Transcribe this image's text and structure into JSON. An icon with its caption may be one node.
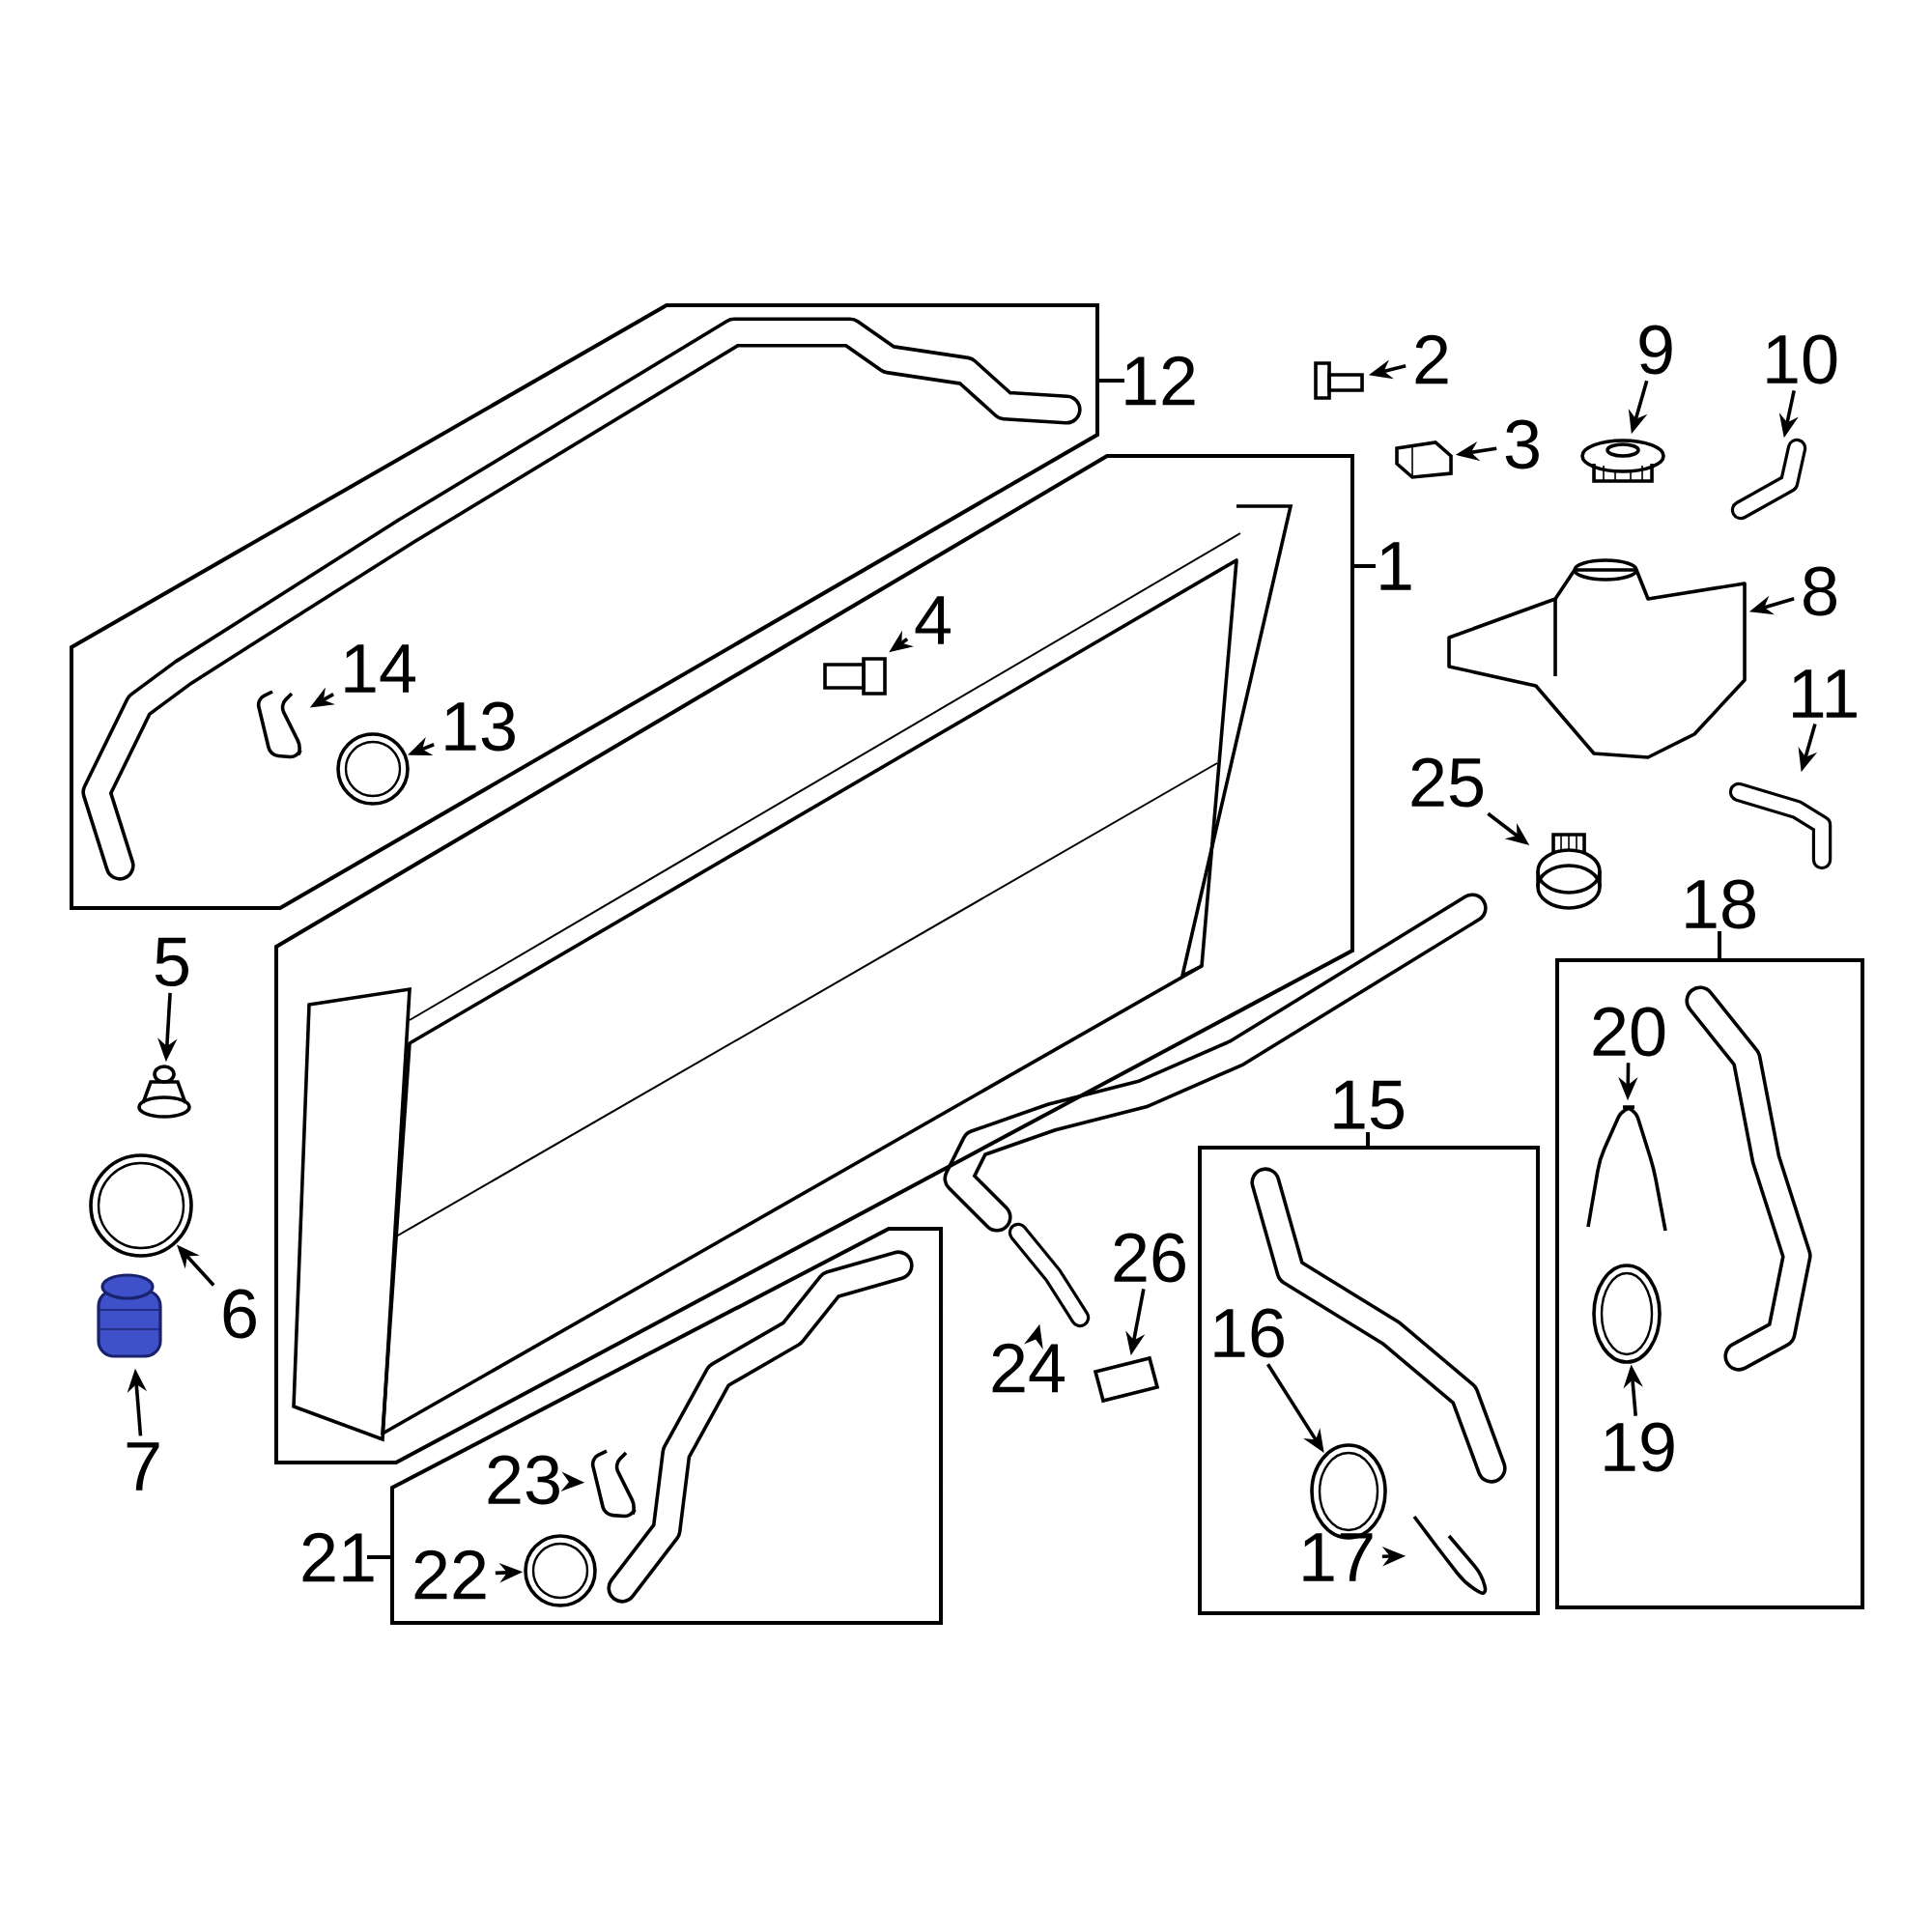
{
  "diagram": {
    "nodes": [
      {
        "text": [
          "12"
        ]
      },
      {
        "text": [
          "14"
        ],
        "in": 0
      },
      {
        "text": [],
        "shape": "picture",
        "in": 0
      },
      {
        "text": [
          "13"
        ],
        "in": 0
      },
      {
        "text": [],
        "shape": "picture",
        "in": 0
      },
      {
        "text": [
          "2"
        ]
      },
      {
        "text": [],
        "shape": "picture"
      },
      {
        "text": [
          "3"
        ]
      },
      {
        "text": [],
        "shape": "picture"
      },
      {
        "text": [
          "9"
        ]
      },
      {
        "text": [],
        "shape": "picture"
      },
      {
        "text": [
          "10"
        ]
      },
      {
        "text": [],
        "shape": "picture"
      },
      {
        "text": [
          "1"
        ]
      },
      {
        "text": [
          "4"
        ],
        "in": 13
      },
      {
        "text": [],
        "shape": "picture",
        "in": 13
      },
      {
        "text": [
          "8"
        ]
      },
      {
        "text": [],
        "shape": "picture"
      },
      {
        "text": [
          "11"
        ]
      },
      {
        "text": [],
        "shape": "picture"
      },
      {
        "text": [
          "25"
        ]
      },
      {
        "text": [],
        "shape": "picture"
      },
      {
        "text": [
          "18"
        ]
      },
      {
        "text": [
          "20"
        ],
        "in": 22
      },
      {
        "text": [],
        "shape": "picture",
        "in": 22
      },
      {
        "text": [
          "19"
        ],
        "in": 22
      },
      {
        "text": [],
        "shape": "picture",
        "in": 22
      },
      {
        "text": [
          "5"
        ]
      },
      {
        "text": [],
        "shape": "picture"
      },
      {
        "text": [
          "6"
        ]
      },
      {
        "text": [],
        "shape": "picture"
      },
      {
        "text": [
          "7"
        ]
      },
      {
        "text": [],
        "shape": "picture"
      },
      {
        "text": [
          "15"
        ]
      },
      {
        "text": [
          "16"
        ],
        "in": 33
      },
      {
        "text": [],
        "shape": "picture",
        "in": 33
      },
      {
        "text": [
          "17"
        ],
        "in": 33
      },
      {
        "text": [],
        "shape": "picture",
        "in": 33
      },
      {
        "text": [
          "24"
        ]
      },
      {
        "text": [],
        "shape": "picture"
      },
      {
        "text": [
          "26"
        ]
      },
      {
        "text": [],
        "shape": "picture"
      },
      {
        "text": [
          "21"
        ]
      },
      {
        "text": [
          "23"
        ],
        "in": 42
      },
      {
        "text": [],
        "shape": "picture",
        "in": 42
      },
      {
        "text": [
          "22"
        ],
        "in": 42
      },
      {
        "text": [],
        "shape": "picture",
        "in": 42
      }
    ],
    "edges": [
      {
        "from": 1,
        "to": 2,
        "arrow": "to"
      },
      {
        "from": 3,
        "to": 4,
        "arrow": "to"
      },
      {
        "from": 5,
        "to": 6,
        "arrow": "to"
      },
      {
        "from": 7,
        "to": 8,
        "arrow": "to"
      },
      {
        "from": 9,
        "to": 10,
        "arrow": "to"
      },
      {
        "from": 11,
        "to": 12,
        "arrow": "to"
      },
      {
        "from": 14,
        "to": 15,
        "arrow": "to"
      },
      {
        "from": 16,
        "to": 17,
        "arrow": "to"
      },
      {
        "from": 18,
        "to": 19,
        "arrow": "to"
      },
      {
        "from": 20,
        "to": 21,
        "arrow": "to"
      },
      {
        "from": 23,
        "to": 24,
        "arrow": "to"
      },
      {
        "from": 25,
        "to": 26,
        "arrow": "to"
      },
      {
        "from": 27,
        "to": 28,
        "arrow": "to"
      },
      {
        "from": 29,
        "to": 30,
        "arrow": "to"
      },
      {
        "from": 31,
        "to": 32,
        "arrow": "to"
      },
      {
        "from": 34,
        "to": 35,
        "arrow": "to"
      },
      {
        "from": 36,
        "to": 37,
        "arrow": "to"
      },
      {
        "from": 38,
        "to": 39,
        "arrow": "to"
      },
      {
        "from": 40,
        "to": 41,
        "arrow": "to"
      },
      {
        "from": 43,
        "to": 44,
        "arrow": "to"
      },
      {
        "from": 45,
        "to": 46,
        "arrow": "to"
      }
    ]
  }
}
